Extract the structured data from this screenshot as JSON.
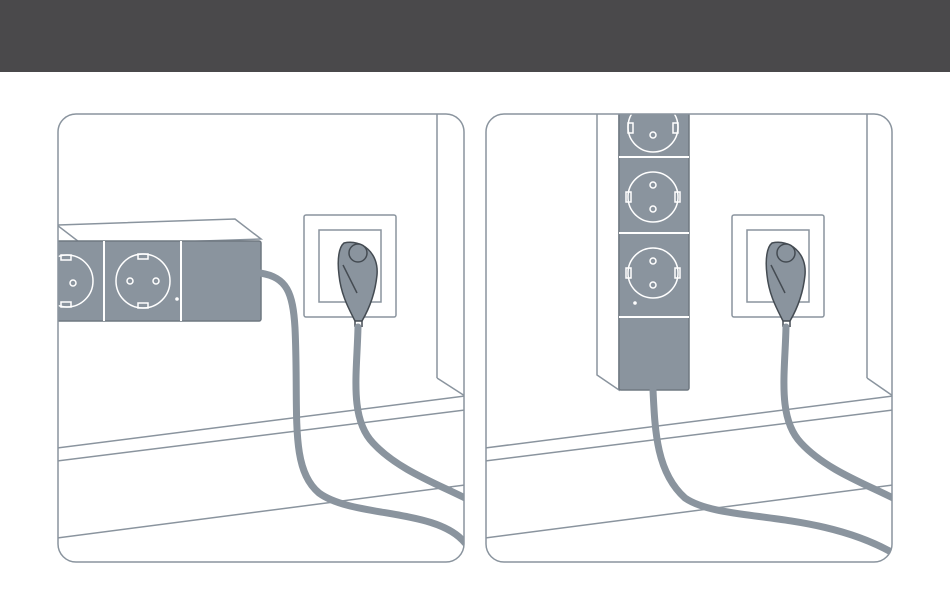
{
  "header": {
    "title": "",
    "background": "#4a494b"
  },
  "colors": {
    "line": "#8a949e",
    "device": "#8a949e",
    "device_dark": "#6f7881",
    "background": "#ffffff",
    "outline": "#444b52"
  },
  "panels": [
    {
      "id": "left",
      "strip_orientation": "horizontal",
      "icons": [
        "wall-icon",
        "floor-icon",
        "power-strip-icon",
        "wall-socket-icon",
        "plug-icon",
        "power-cable-icon"
      ]
    },
    {
      "id": "right",
      "strip_orientation": "vertical",
      "icons": [
        "wall-icon",
        "floor-icon",
        "power-strip-icon",
        "wall-socket-icon",
        "plug-icon",
        "power-cable-icon"
      ]
    }
  ]
}
